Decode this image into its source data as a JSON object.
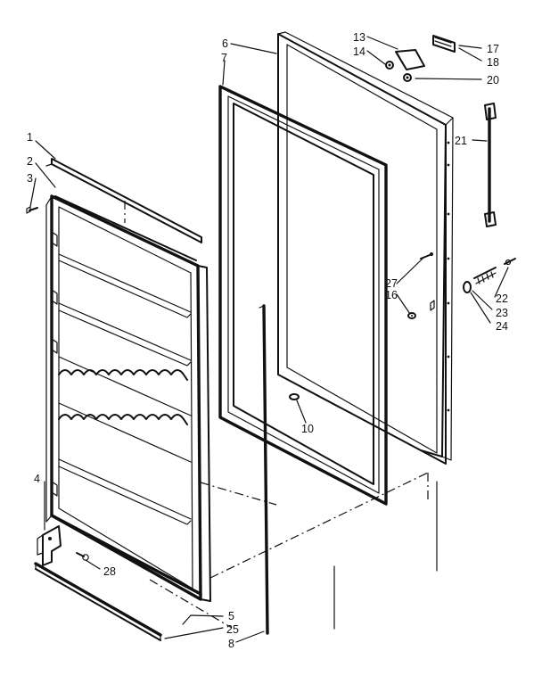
{
  "labels": {
    "l1": "1",
    "l2": "2",
    "l3": "3",
    "l4": "4",
    "l5": "5",
    "l6": "6",
    "l7": "7",
    "l8": "8",
    "l10": "10",
    "l13": "13",
    "l14": "14",
    "l16": "16",
    "l17": "17",
    "l18": "18",
    "l20": "20",
    "l21": "21",
    "l22": "22",
    "l23": "23",
    "l24": "24",
    "l25": "25",
    "l27": "27",
    "l28": "28"
  },
  "colors": {
    "ink": "#111111",
    "paper": "#ffffff"
  }
}
